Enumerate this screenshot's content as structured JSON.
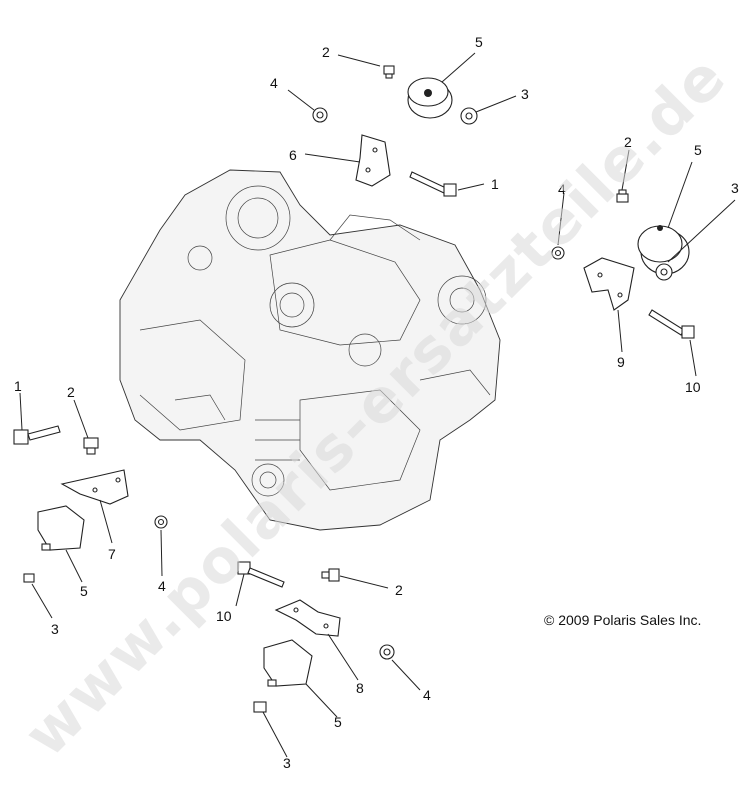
{
  "callouts": {
    "c1": "1",
    "c2": "2",
    "c3": "3",
    "c4": "4",
    "c5": "5",
    "c6": "6",
    "c7": "7",
    "c8": "8",
    "c9": "9",
    "c10": "10"
  },
  "copyright": "© 2009 Polaris Sales Inc.",
  "watermark": "www.polaris-ersatzteile.de"
}
